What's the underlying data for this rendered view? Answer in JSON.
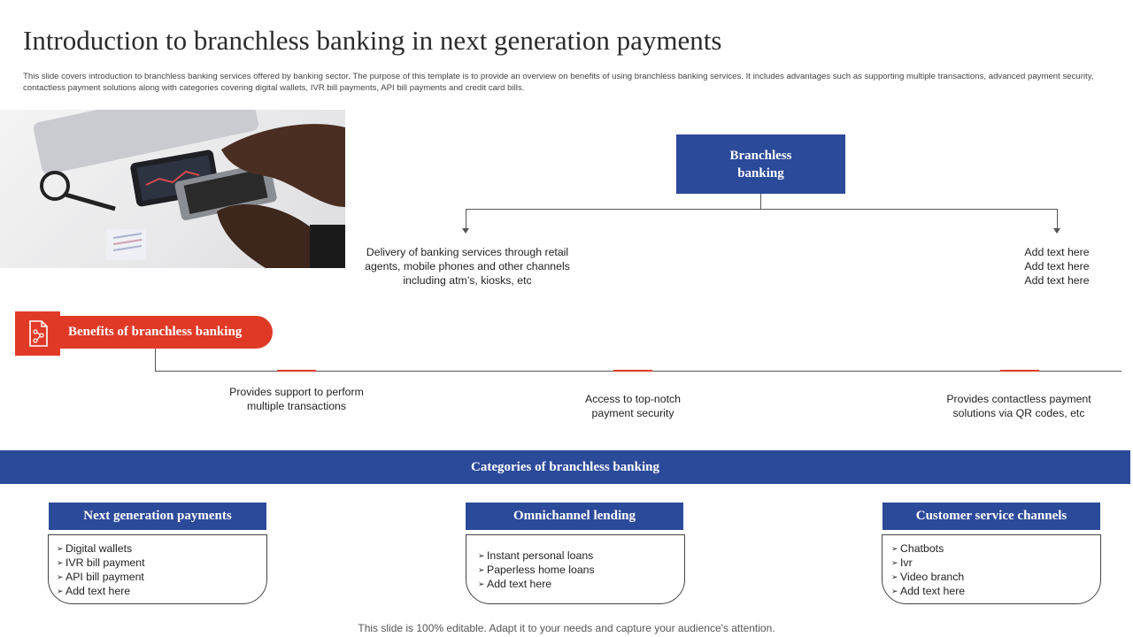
{
  "title": "Introduction to branchless banking in next generation payments",
  "description": "This slide covers introduction to branchless banking services offered by banking sector. The purpose of this template  is to provide an overview on benefits of using branchless banking services. It includes advantages such as supporting multiple  transactions, advanced payment security, contactless payment solutions along with categories covering digital wallets, IVR bill payments, API bill payments and credit card bills.",
  "branchless": {
    "box_line1": "Branchless",
    "box_line2": "banking",
    "left_text": [
      "Delivery  of banking services through retail",
      "agents, mobile phones and other channels",
      "including atm’s, kiosks, etc"
    ],
    "right_text": [
      "Add text here",
      "Add text here",
      "Add text here"
    ]
  },
  "benefits": {
    "label": "Benefits of branchless banking",
    "items": [
      [
        "Provides  support to perform",
        "multiple transactions"
      ],
      [
        "Access to top-notch",
        "payment security"
      ],
      [
        "Provides  contactless payment",
        "solutions via  QR codes, etc"
      ]
    ]
  },
  "categories": {
    "banner": "Categories of branchless banking",
    "columns": [
      {
        "title": "Next generation payments",
        "items": [
          "Digital wallets",
          "IVR bill payment",
          "API bill payment",
          "Add text here"
        ]
      },
      {
        "title": "Omnichannel  lending",
        "items": [
          "Instant personal  loans",
          "Paperless home loans",
          "Add text here"
        ]
      },
      {
        "title": "Customer service channels",
        "items": [
          "Chatbots",
          "Ivr",
          "Video branch",
          "Add text here"
        ]
      }
    ]
  },
  "bullet_glyph": "➢",
  "footer": "This slide is 100% editable. Adapt it to your needs and capture your audience's attention.",
  "colors": {
    "blue": "#2c4a9a",
    "red": "#e03a27"
  },
  "icons": {
    "benefit": "document-chart-icon"
  }
}
